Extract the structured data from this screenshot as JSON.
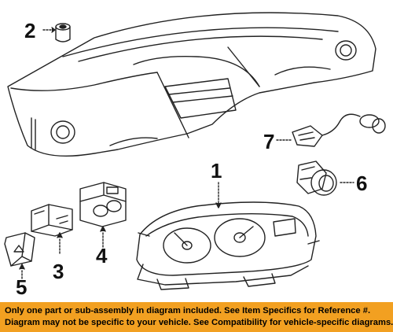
{
  "callouts": {
    "c1": "1",
    "c2": "2",
    "c3": "3",
    "c4": "4",
    "c5": "5",
    "c6": "6",
    "c7": "7"
  },
  "banner": {
    "line1": "Only one part or sub-assembly in diagram included. See Item Specifics for Reference #.",
    "line2": "Diagram may not be specific to your vehicle. See Compatibility for vehicle-specific diagrams."
  },
  "colors": {
    "banner_bg": "#f2a021",
    "line": "#222222"
  }
}
